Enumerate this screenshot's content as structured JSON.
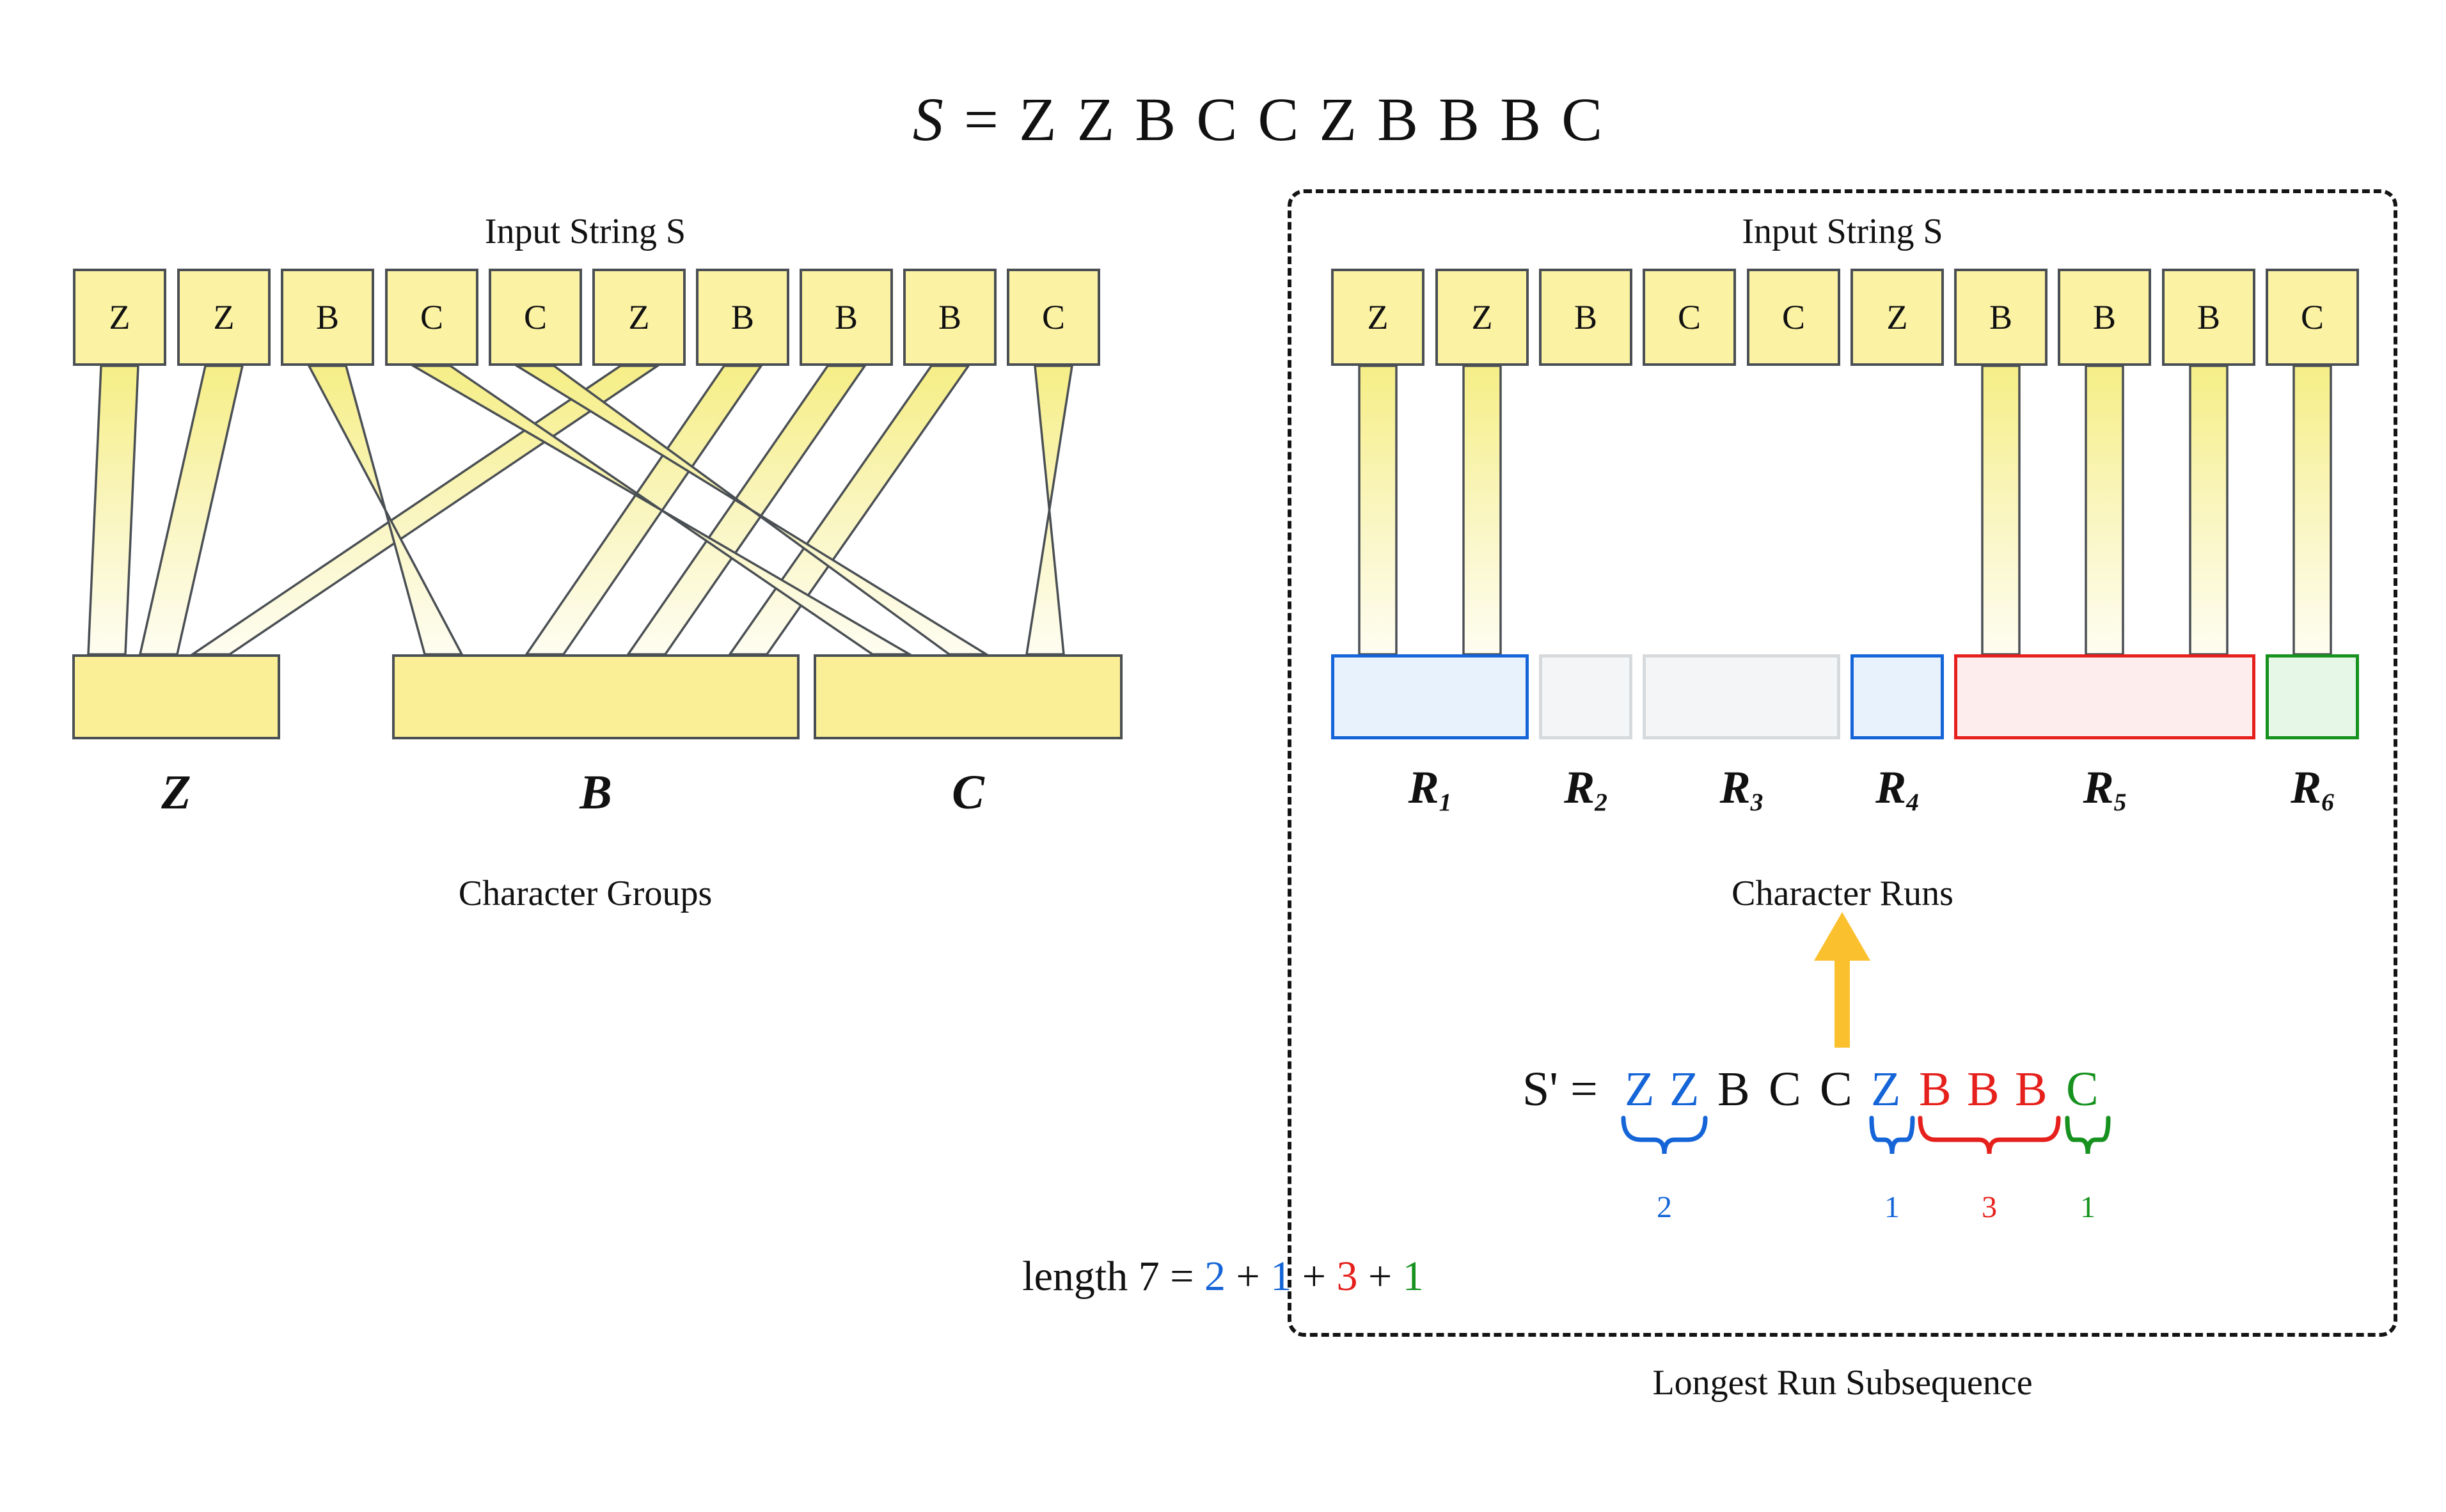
{
  "title": {
    "lhs": "S",
    "eq": " = ",
    "sequence": "Z Z B C C Z B B B C"
  },
  "colors": {
    "box_fill": "#FBF2A4",
    "box_stroke": "#4A4F54",
    "group_fill": "#FAEE96",
    "ribbon_top": "#F7F08A",
    "ribbon_bottom": "#FEFDF0",
    "blue": "#1565D8",
    "red": "#E6201C",
    "green": "#17921F",
    "gray": "#D7DADD",
    "arrow": "#FBC02D"
  },
  "left_panel": {
    "heading": "Input String S",
    "caption": "Character Groups",
    "string": [
      "Z",
      "Z",
      "B",
      "C",
      "C",
      "Z",
      "B",
      "B",
      "B",
      "C"
    ],
    "groups": [
      {
        "label": "Z",
        "members": [
          0,
          1,
          5
        ]
      },
      {
        "label": "B",
        "members": [
          2,
          6,
          7,
          8
        ]
      },
      {
        "label": "C",
        "members": [
          3,
          4,
          9
        ]
      }
    ]
  },
  "right_panel": {
    "heading": "Input String S",
    "caption": "Character Runs",
    "outer_caption": "Longest Run Subsequence",
    "string": [
      "Z",
      "Z",
      "B",
      "C",
      "C",
      "Z",
      "B",
      "B",
      "B",
      "C"
    ],
    "runs": [
      {
        "label": "R",
        "index": "1",
        "char": "Z",
        "count": 2,
        "selected": true,
        "color": "#1565D8",
        "fill": "#E8F2FD"
      },
      {
        "label": "R",
        "index": "2",
        "char": "B",
        "count": 1,
        "selected": false,
        "color": "#D7DADD",
        "fill": "#F4F5F6"
      },
      {
        "label": "R",
        "index": "3",
        "char": "C",
        "count": 2,
        "selected": false,
        "color": "#D7DADD",
        "fill": "#F4F5F6"
      },
      {
        "label": "R",
        "index": "4",
        "char": "Z",
        "count": 1,
        "selected": true,
        "color": "#1565D8",
        "fill": "#E8F2FD"
      },
      {
        "label": "R",
        "index": "5",
        "char": "B",
        "count": 3,
        "selected": true,
        "color": "#E6201C",
        "fill": "#FDEDEC"
      },
      {
        "label": "R",
        "index": "6",
        "char": "C",
        "count": 1,
        "selected": true,
        "color": "#17921F",
        "fill": "#E6F7E8"
      }
    ],
    "subsequence": {
      "prefix": "S' = ",
      "tokens": [
        {
          "ch": "Z",
          "color": "blue"
        },
        {
          "ch": "Z",
          "color": "blue"
        },
        {
          "ch": "B",
          "color": "black"
        },
        {
          "ch": "C",
          "color": "black"
        },
        {
          "ch": "C",
          "color": "black"
        },
        {
          "ch": "Z",
          "color": "blue"
        },
        {
          "ch": "B",
          "color": "red"
        },
        {
          "ch": "B",
          "color": "red"
        },
        {
          "ch": "B",
          "color": "red"
        },
        {
          "ch": "C",
          "color": "green"
        }
      ],
      "braces": [
        {
          "from": 0,
          "to": 1,
          "count": "2",
          "color": "blue"
        },
        {
          "from": 5,
          "to": 5,
          "count": "1",
          "color": "blue"
        },
        {
          "from": 6,
          "to": 8,
          "count": "3",
          "color": "red"
        },
        {
          "from": 9,
          "to": 9,
          "count": "1",
          "color": "green"
        }
      ],
      "length_label": "length 7 = ",
      "length_total": "7",
      "terms": [
        {
          "v": "2",
          "color": "blue"
        },
        {
          "v": "1",
          "color": "blue"
        },
        {
          "v": "3",
          "color": "red"
        },
        {
          "v": "1",
          "color": "green"
        }
      ],
      "plus": " + "
    }
  },
  "arrow": {
    "name": "up-arrow",
    "color": "#FBC02D"
  }
}
